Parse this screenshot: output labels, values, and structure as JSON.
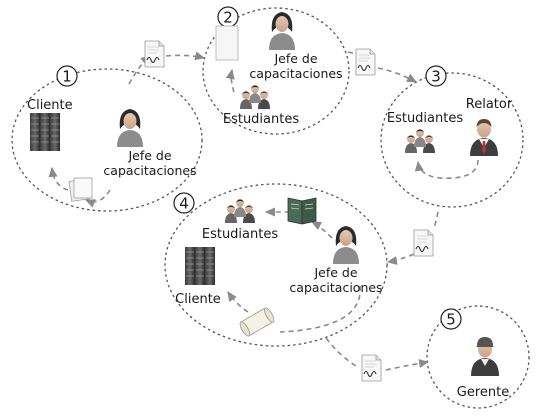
{
  "steps": [
    {
      "number": "1",
      "labels": {
        "client": "Cliente",
        "manager_line1": "Jefe de",
        "manager_line2": "capacitaciones"
      }
    },
    {
      "number": "2",
      "labels": {
        "manager_line1": "Jefe de",
        "manager_line2": "capacitaciones",
        "students": "Estudiantes"
      }
    },
    {
      "number": "3",
      "labels": {
        "students": "Estudiantes",
        "speaker": "Relator"
      }
    },
    {
      "number": "4",
      "labels": {
        "students": "Estudiantes",
        "manager_line1": "Jefe de",
        "manager_line2": "capacitaciones",
        "client": "Cliente"
      }
    },
    {
      "number": "5",
      "labels": {
        "manager": "Gerente"
      }
    }
  ],
  "icons": {
    "server": "server-rack-icon",
    "woman": "woman-person-icon",
    "man": "man-person-icon",
    "group": "people-group-icon",
    "document": "document-icon",
    "book": "book-icon",
    "scroll": "scroll-certificate-icon"
  },
  "colors": {
    "circle_stroke": "#555555",
    "arrow": "#8a8a8a"
  }
}
